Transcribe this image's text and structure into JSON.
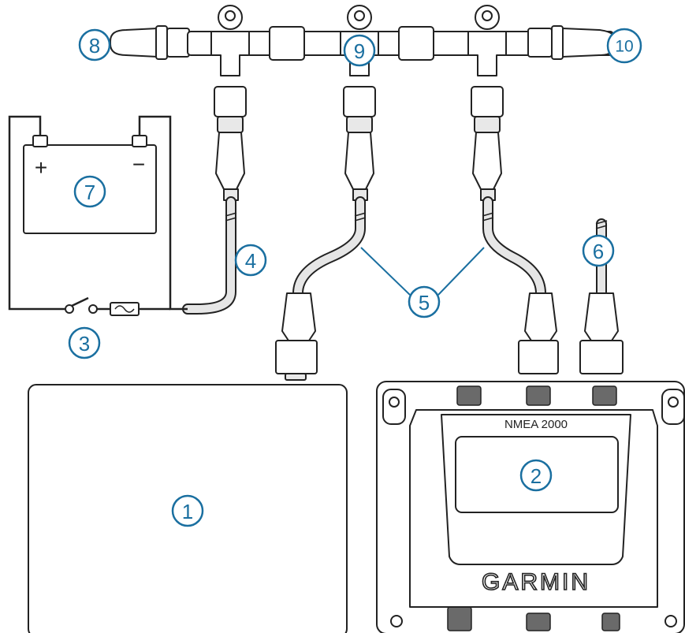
{
  "device": {
    "port_label": "NMEA 2000",
    "brand": "GARMIN"
  },
  "battery": {
    "positive_symbol": "+",
    "negative_symbol": "−"
  },
  "callouts": {
    "c1": "1",
    "c2": "2",
    "c3": "3",
    "c4": "4",
    "c5": "5",
    "c6": "6",
    "c7": "7",
    "c8": "8",
    "c9": "9",
    "c10": "10"
  },
  "icons": {
    "battery": "battery-icon",
    "fuse": "fuse-icon",
    "switch": "switch-icon",
    "tee": "t-connector-icon",
    "terminator": "terminator-icon"
  },
  "colors": {
    "callout": "#1a6fa0",
    "line": "#222222"
  }
}
